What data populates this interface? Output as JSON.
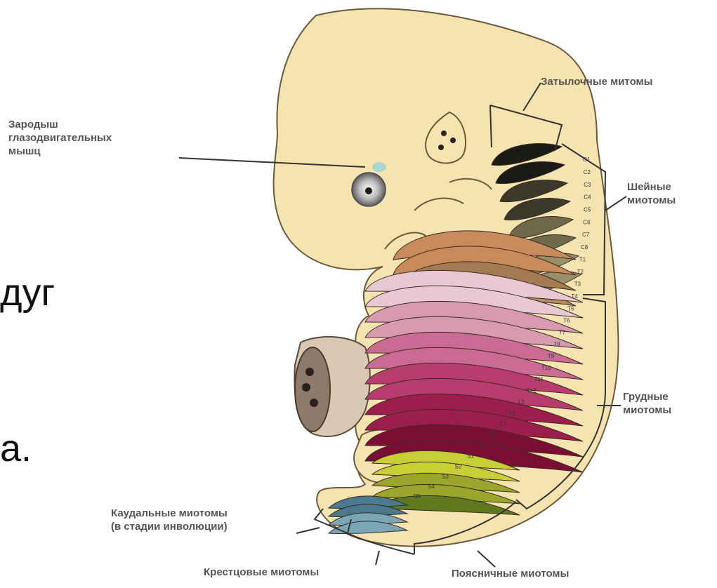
{
  "text_fragments": {
    "line1": "дуг",
    "line2": "а."
  },
  "labels": {
    "oculomotor": "Зародыш\nглазодвигательных\nмышц",
    "occipital": "Затылочные митомы",
    "cervical": "Шейные\nмиотомы",
    "thoracic": "Грудные\nмиотомы",
    "caudal": "Каудальные миотомы\n(в стадии инволюции)",
    "sacral": "Крестцовые миотомы",
    "lumbar": "Поясничные миотомы"
  },
  "segment_labels": {
    "cervical": [
      "C1",
      "C2",
      "C3",
      "C4",
      "C5",
      "C6",
      "C7",
      "C8"
    ],
    "thoracic": [
      "T1",
      "T2",
      "T3",
      "T4",
      "T5",
      "T6",
      "T7",
      "T8",
      "T9",
      "T10",
      "T11",
      "T12"
    ],
    "lumbar": [
      "L1",
      "L2",
      "L3",
      "L4",
      "L5"
    ],
    "sacral": [
      "S1",
      "S2",
      "S3",
      "S4",
      "S5"
    ]
  },
  "colors": {
    "skin": "#f6e4b0",
    "skin_stroke": "#6b5a3a",
    "cervical_myotomes": [
      "#1a1a16",
      "#3b3a2a",
      "#6e6a4a",
      "#97906a"
    ],
    "upper_band": [
      "#c98a5c",
      "#a47a52",
      "#b88a62"
    ],
    "thoracic_myotomes": [
      "#e8c8d4",
      "#d79ab1",
      "#c96b92",
      "#b73d6e",
      "#9c1e4c",
      "#7a0e33"
    ],
    "lumbar_myotomes": [
      "#c8cf36",
      "#9aa62c",
      "#5f7a1e"
    ],
    "caudal_myotomes": [
      "#4b7a8e",
      "#7aa6b8"
    ]
  }
}
